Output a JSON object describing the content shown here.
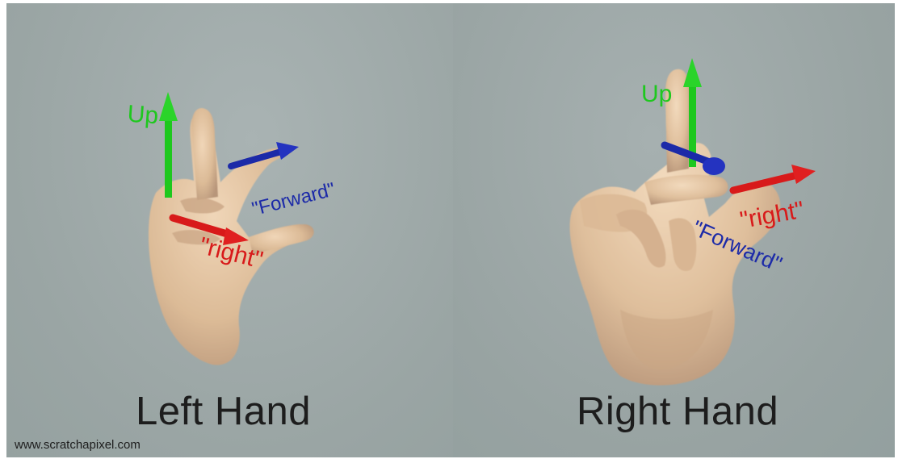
{
  "captions": {
    "left": "Left Hand",
    "right": "Right Hand"
  },
  "watermark": "www.scratchapixel.com",
  "axes": {
    "up": "Up",
    "forward": "\"Forward\"",
    "right": "\"right\""
  },
  "colors": {
    "up": "#1ec81e",
    "forward": "#1c2aa8",
    "right": "#d81a1a",
    "skin": "#e2c4a4",
    "background": "#9ea9a8"
  }
}
